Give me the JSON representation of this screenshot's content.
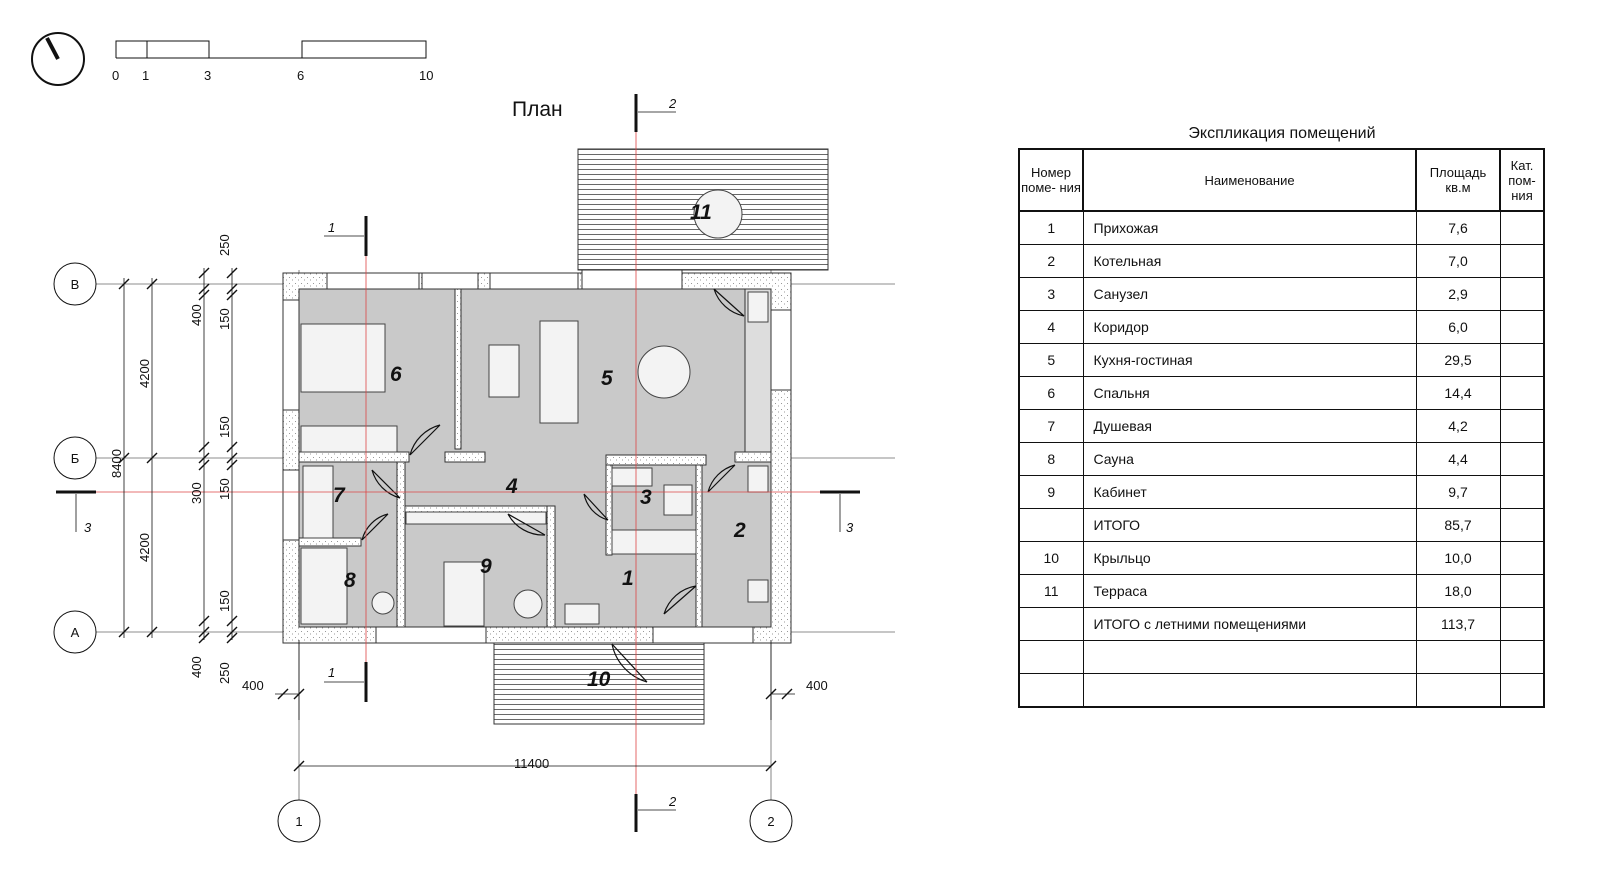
{
  "plan": {
    "title": "План",
    "scale_bar": {
      "ticks": [
        "0",
        "1",
        "3",
        "6",
        "10"
      ]
    },
    "axes": {
      "rows": [
        "В",
        "Б",
        "А"
      ],
      "columns": [
        "1",
        "2"
      ]
    },
    "section_marks": {
      "s1": "1",
      "s2": "2",
      "s3": "3"
    },
    "dims": {
      "d250": "250",
      "d400": "400",
      "d150": "150",
      "d300": "300",
      "d4200": "4200",
      "d8400": "8400",
      "d11400": "11400"
    },
    "room_numbers": {
      "r1": "1",
      "r2": "2",
      "r3": "3",
      "r4": "4",
      "r5": "5",
      "r6": "6",
      "r7": "7",
      "r8": "8",
      "r9": "9",
      "r10": "10",
      "r11": "11"
    }
  },
  "explication": {
    "title": "Экспликация помещений",
    "headers": {
      "num": "Номер поме- ния",
      "name": "Наименование",
      "area": "Площадь кв.м",
      "cat": "Кат. пом- ния"
    },
    "rows": [
      {
        "num": "1",
        "name": "Прихожая",
        "area": "7,6"
      },
      {
        "num": "2",
        "name": "Котельная",
        "area": "7,0"
      },
      {
        "num": "3",
        "name": "Санузел",
        "area": "2,9"
      },
      {
        "num": "4",
        "name": "Коридор",
        "area": "6,0"
      },
      {
        "num": "5",
        "name": "Кухня-гостиная",
        "area": "29,5"
      },
      {
        "num": "6",
        "name": "Спальня",
        "area": "14,4"
      },
      {
        "num": "7",
        "name": "Душевая",
        "area": "4,2"
      },
      {
        "num": "8",
        "name": "Сауна",
        "area": "4,4"
      },
      {
        "num": "9",
        "name": "Кабинет",
        "area": "9,7"
      },
      {
        "num": "",
        "name": "ИТОГО",
        "area": "85,7"
      },
      {
        "num": "10",
        "name": "Крыльцо",
        "area": "10,0"
      },
      {
        "num": "11",
        "name": "Терраса",
        "area": "18,0"
      },
      {
        "num": "",
        "name": "ИТОГО с летними помещениями",
        "area": "113,7"
      },
      {
        "num": "",
        "name": "",
        "area": ""
      },
      {
        "num": "",
        "name": "",
        "area": ""
      }
    ]
  }
}
